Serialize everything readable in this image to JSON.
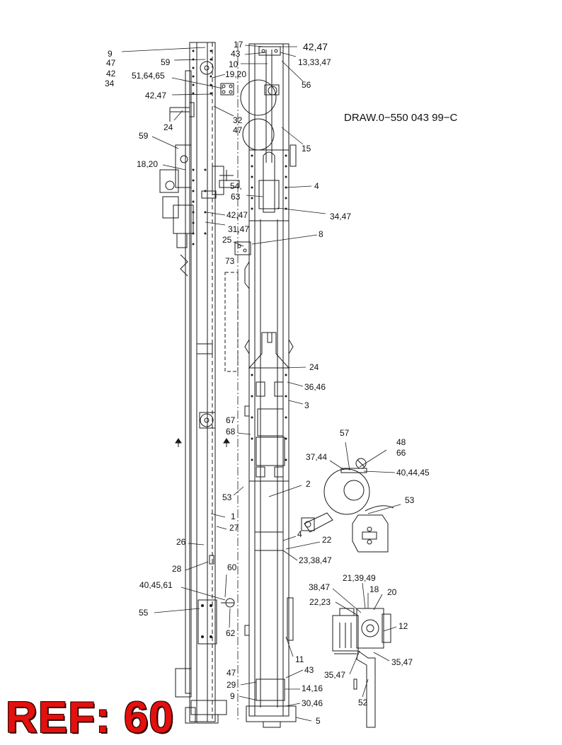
{
  "drawing_number": "DRAW.0−550 043 99−C",
  "ref_badge": "REF: 60",
  "callouts": [
    {
      "id": "c1",
      "text": "9"
    },
    {
      "id": "c2",
      "text": "47"
    },
    {
      "id": "c3",
      "text": "42"
    },
    {
      "id": "c4",
      "text": "34"
    },
    {
      "id": "c5",
      "text": "59"
    },
    {
      "id": "c6",
      "text": "51,64,65"
    },
    {
      "id": "c7",
      "text": "42,47"
    },
    {
      "id": "c8",
      "text": "24"
    },
    {
      "id": "c9",
      "text": "59"
    },
    {
      "id": "c10",
      "text": "18,20"
    },
    {
      "id": "c11",
      "text": "17"
    },
    {
      "id": "c12",
      "text": "43"
    },
    {
      "id": "c13",
      "text": "10"
    },
    {
      "id": "c14",
      "text": "19,20"
    },
    {
      "id": "c15",
      "text": "32"
    },
    {
      "id": "c16",
      "text": "47"
    },
    {
      "id": "c17",
      "text": "42,47"
    },
    {
      "id": "c18",
      "text": "13,33,47"
    },
    {
      "id": "c19",
      "text": "56"
    },
    {
      "id": "c20",
      "text": "15"
    },
    {
      "id": "c21",
      "text": "54,"
    },
    {
      "id": "c22",
      "text": "63"
    },
    {
      "id": "c23",
      "text": "4"
    },
    {
      "id": "c24",
      "text": "42,47"
    },
    {
      "id": "c25",
      "text": "34,47"
    },
    {
      "id": "c26",
      "text": "31,47"
    },
    {
      "id": "c27",
      "text": "25"
    },
    {
      "id": "c28",
      "text": "8"
    },
    {
      "id": "c29",
      "text": "73"
    },
    {
      "id": "c30",
      "text": "24"
    },
    {
      "id": "c31",
      "text": "36,46"
    },
    {
      "id": "c32",
      "text": "3"
    },
    {
      "id": "c33",
      "text": "67"
    },
    {
      "id": "c34",
      "text": "68"
    },
    {
      "id": "c35",
      "text": "57"
    },
    {
      "id": "c36",
      "text": "48"
    },
    {
      "id": "c37",
      "text": "66"
    },
    {
      "id": "c38",
      "text": "37,44"
    },
    {
      "id": "c39",
      "text": "40,44,45"
    },
    {
      "id": "c40",
      "text": "2"
    },
    {
      "id": "c41",
      "text": "53"
    },
    {
      "id": "c42",
      "text": "53"
    },
    {
      "id": "c43",
      "text": "1"
    },
    {
      "id": "c44",
      "text": "27"
    },
    {
      "id": "c45",
      "text": "4"
    },
    {
      "id": "c46",
      "text": "22"
    },
    {
      "id": "c47",
      "text": "26"
    },
    {
      "id": "c48",
      "text": "23,38,47"
    },
    {
      "id": "c49",
      "text": "28"
    },
    {
      "id": "c50",
      "text": "60"
    },
    {
      "id": "c51",
      "text": "40,45,61"
    },
    {
      "id": "c52",
      "text": "21,39,49"
    },
    {
      "id": "c53",
      "text": "38,47"
    },
    {
      "id": "c54",
      "text": "18"
    },
    {
      "id": "c55",
      "text": "20"
    },
    {
      "id": "c56",
      "text": "22,23"
    },
    {
      "id": "c57",
      "text": "55"
    },
    {
      "id": "c58",
      "text": "12"
    },
    {
      "id": "c59",
      "text": "62"
    },
    {
      "id": "c60",
      "text": "11"
    },
    {
      "id": "c61",
      "text": "47"
    },
    {
      "id": "c62",
      "text": "43"
    },
    {
      "id": "c63",
      "text": "35,47"
    },
    {
      "id": "c64",
      "text": "35,47"
    },
    {
      "id": "c65",
      "text": "29"
    },
    {
      "id": "c66",
      "text": "14,16"
    },
    {
      "id": "c67",
      "text": "9"
    },
    {
      "id": "c68",
      "text": "30,46"
    },
    {
      "id": "c69",
      "text": "52"
    },
    {
      "id": "c70",
      "text": "5"
    }
  ]
}
